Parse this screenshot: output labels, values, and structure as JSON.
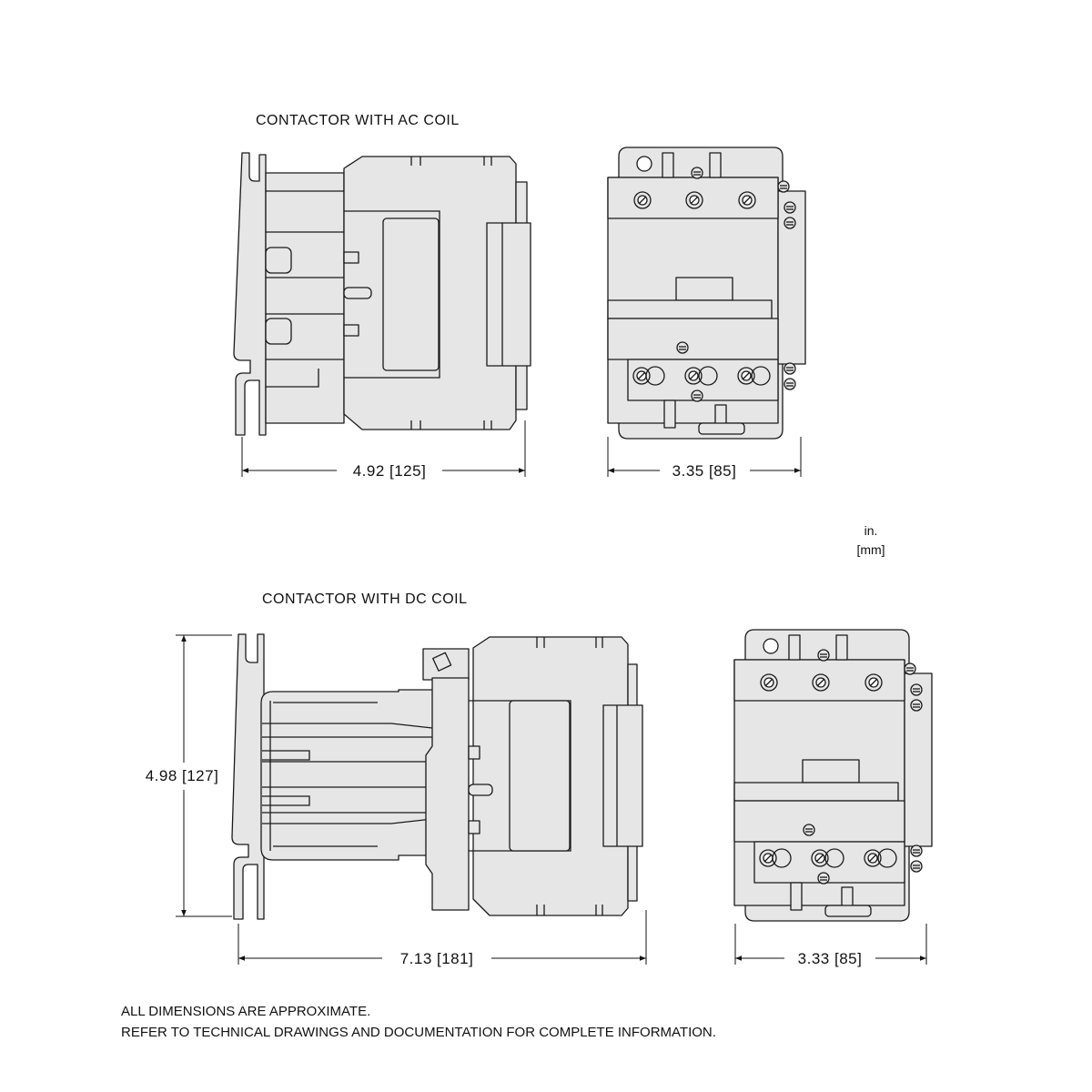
{
  "ac_section": {
    "title": "CONTACTOR WITH AC COIL",
    "side_width_dim": "4.92 [125]",
    "front_width_dim": "3.35 [85]"
  },
  "units": {
    "primary": "in.",
    "secondary": "[mm]"
  },
  "dc_section": {
    "title": "CONTACTOR WITH DC COIL",
    "height_dim": "4.98 [127]",
    "side_width_dim": "7.13 [181]",
    "front_width_dim": "3.33 [85]"
  },
  "notes": [
    "ALL DIMENSIONS ARE APPROXIMATE.",
    "REFER TO TECHNICAL DRAWINGS AND DOCUMENTATION FOR COMPLETE INFORMATION."
  ],
  "colors": {
    "part_fill": "#e6e6e6",
    "line": "#1a1a1a"
  }
}
